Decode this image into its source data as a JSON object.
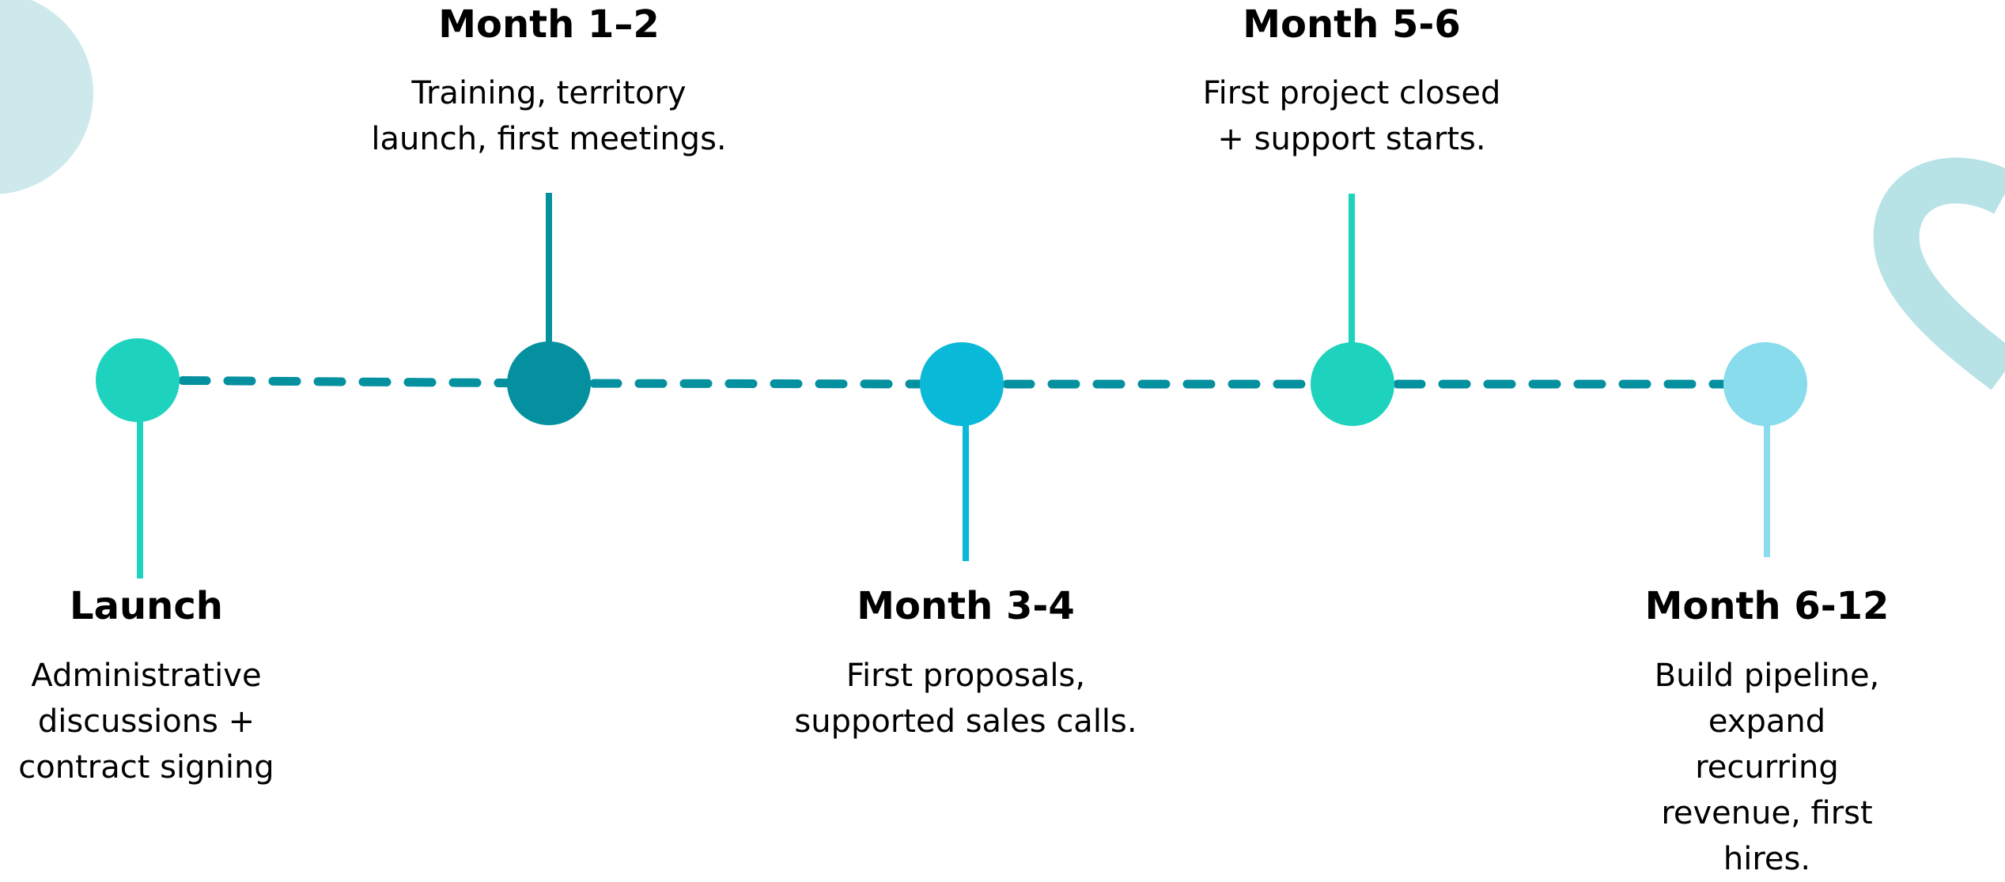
{
  "milestones": [
    {
      "title": "Launch",
      "lines": [
        "Administrative",
        "discussions +",
        "contract signing"
      ],
      "color": "#1dd3bd"
    },
    {
      "title": "Month 1–2",
      "lines": [
        "Training, territory",
        "launch, first meetings."
      ],
      "color": "#0590a0"
    },
    {
      "title": "Month 3-4",
      "lines": [
        "First proposals,",
        "supported sales calls."
      ],
      "color": "#0ab8d8"
    },
    {
      "title": "Month 5-6",
      "lines": [
        "First project closed",
        "+ support starts."
      ],
      "color": "#1dd3bd"
    },
    {
      "title": "Month 6-12",
      "lines": [
        "Build pipeline, expand",
        "recurring revenue, first hires."
      ],
      "color": "#89dcec"
    }
  ],
  "colors": {
    "dashed_line": "#0590a0",
    "deco_blob": "#cde9ec",
    "deco_ribbon": "#b7e2e6",
    "text": "#000000"
  }
}
